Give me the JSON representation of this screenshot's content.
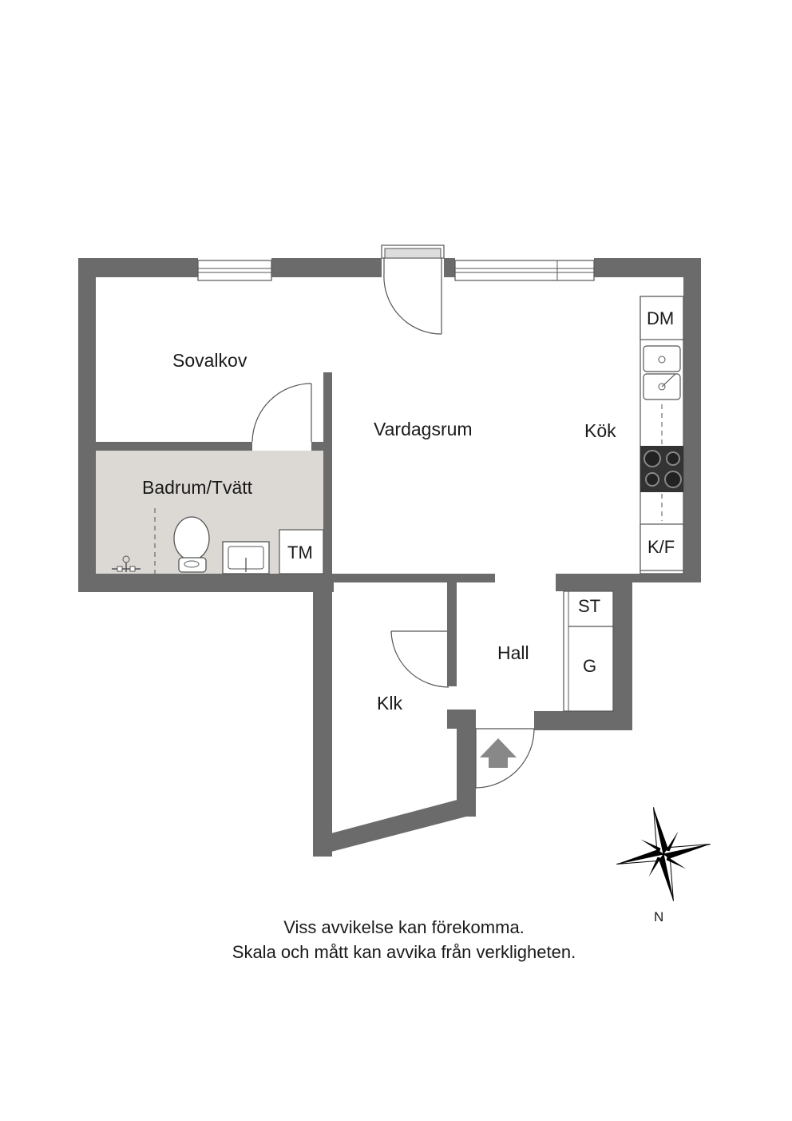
{
  "rooms": {
    "sovalkov": "Sovalkov",
    "vardagsrum": "Vardagsrum",
    "kok": "Kök",
    "badrum": "Badrum/Tvätt",
    "hall": "Hall",
    "klk": "Klk"
  },
  "fixtures": {
    "dm": "DM",
    "kf": "K/F",
    "tm": "TM",
    "st": "ST",
    "g": "G"
  },
  "compass": {
    "north": "N"
  },
  "disclaimer": {
    "line1": "Viss avvikelse kan förekomma.",
    "line2": "Skala och mått kan avvika från verkligheten."
  },
  "colors": {
    "wall": "#6b6b6b",
    "bathroom_floor": "#dcd8d4",
    "fixture_line": "#555555"
  }
}
